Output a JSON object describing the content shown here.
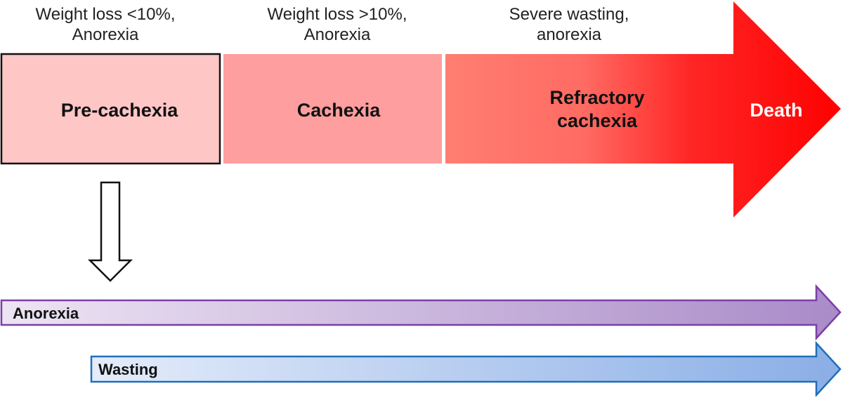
{
  "criteria": {
    "pre_cachexia": [
      "Weight loss <10%,",
      "Anorexia"
    ],
    "cachexia": [
      "Weight loss >10%,",
      "Anorexia"
    ],
    "refractory": [
      "Severe wasting,",
      "anorexia"
    ]
  },
  "stages": {
    "pre_cachexia": "Pre-cachexia",
    "cachexia": "Cachexia",
    "refractory": [
      "Refractory",
      "cachexia"
    ],
    "death": "Death"
  },
  "bars": {
    "anorexia": "Anorexia",
    "wasting": "Wasting"
  },
  "colors": {
    "pre_cachexia_fill": "#ffc6c6",
    "cachexia_fill": "#ff9e9e",
    "refractory_start": "#ff7e72",
    "death_fill": "#ff0000",
    "anorexia_stroke": "#7b3fa6",
    "anorexia_start": "#ede4f3",
    "anorexia_end": "#a98bc8",
    "wasting_stroke": "#1f6fb8",
    "wasting_start": "#e4ecfa",
    "wasting_end": "#8aaee6"
  }
}
